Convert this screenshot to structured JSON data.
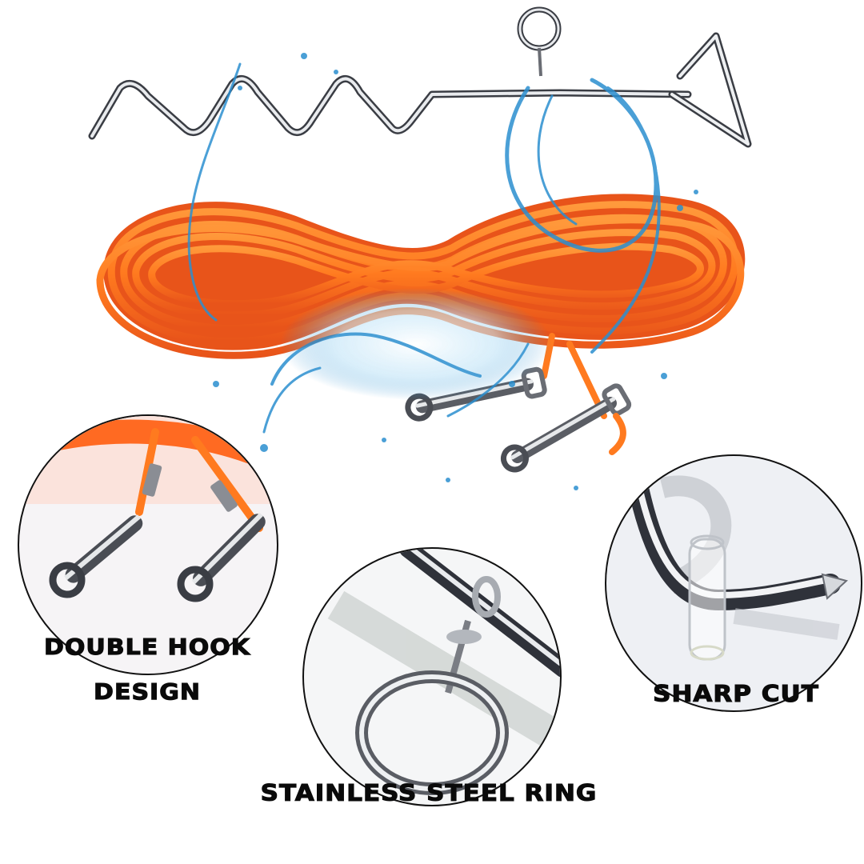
{
  "product": {
    "name": "Dog tie-out cable with spiral stake",
    "main_items": [
      {
        "id": "spiral-stake",
        "description": "Chrome spiral ground stake with ring and triangular handle"
      },
      {
        "id": "orange-cable",
        "description": "Orange coated cable coil"
      },
      {
        "id": "double-hooks",
        "description": "Two swivel snap hooks"
      },
      {
        "id": "water-splash",
        "description": "Water splash (waterproof)"
      }
    ]
  },
  "features": [
    {
      "id": "double-hook",
      "lines": [
        "DOUBLE HOOK",
        "DESIGN"
      ]
    },
    {
      "id": "stainless-ring",
      "lines": [
        "STAINLESS STEEL RING"
      ]
    },
    {
      "id": "sharp-cut",
      "lines": [
        "SHARP CUT"
      ]
    }
  ],
  "colors": {
    "background": "#ffffff",
    "cable_orange": "#ff7a1f",
    "cable_shadow": "#e8541a",
    "chrome": "#c9ccd0",
    "chrome_dark": "#3a3d44",
    "water_blue": "#2b8fd0",
    "label_black": "#0a0a0a",
    "circle_border": "#111111"
  }
}
